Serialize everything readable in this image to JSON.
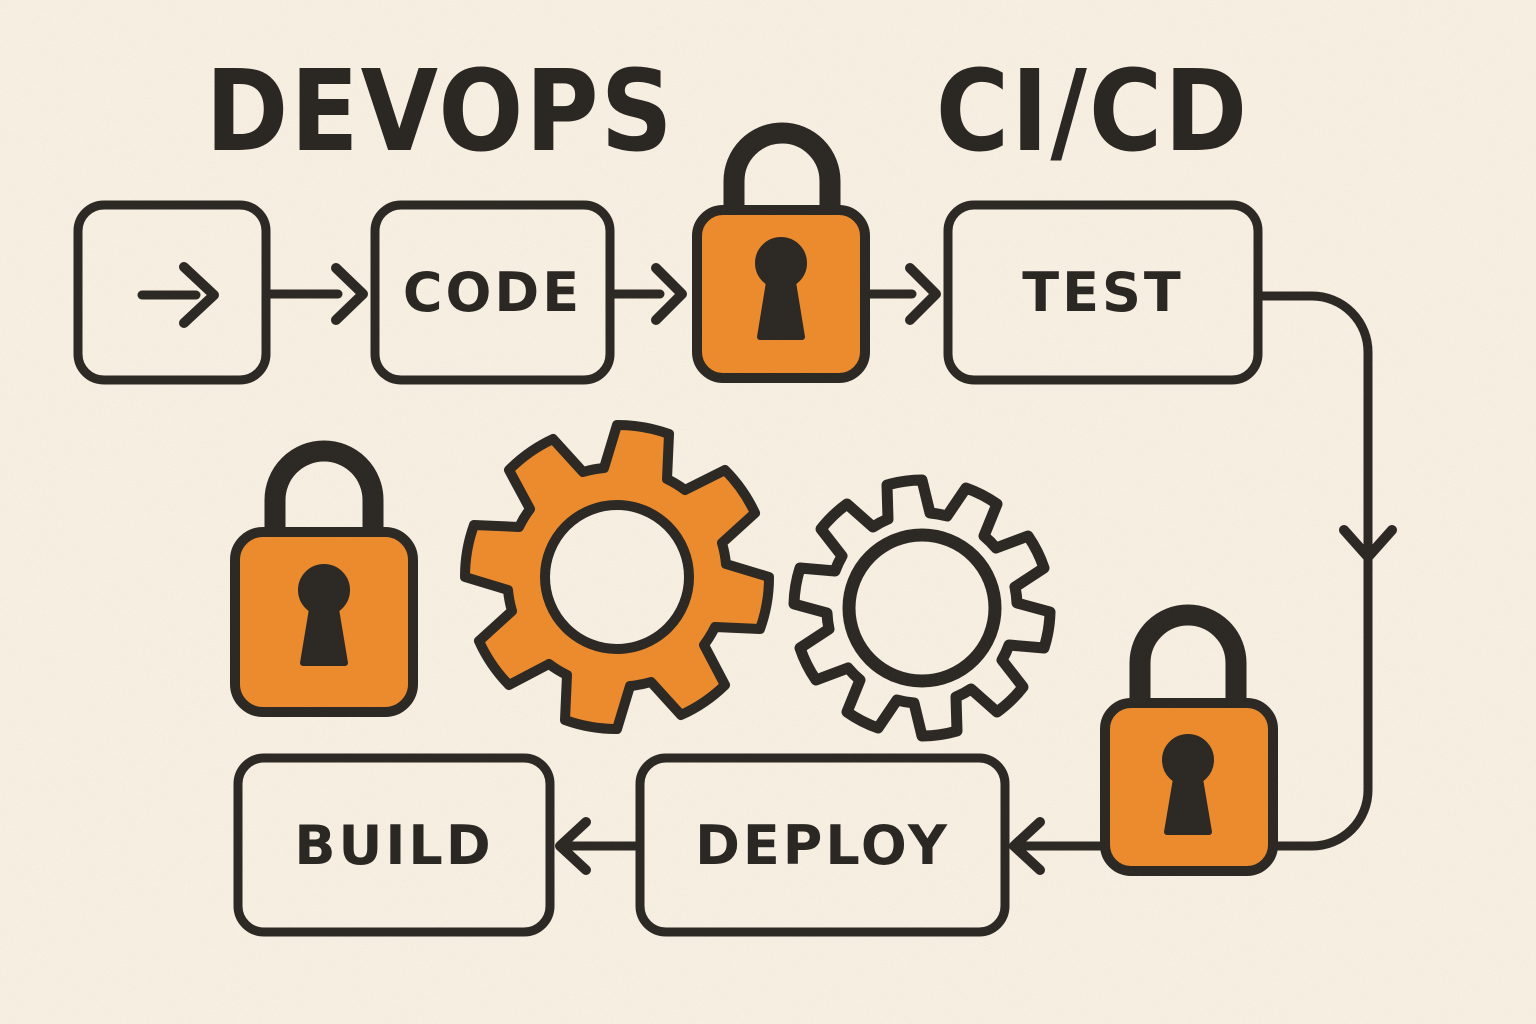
{
  "header": {
    "title_left": "DEVOPS",
    "title_right": "CI/CD"
  },
  "pipeline": {
    "start_box": {
      "icon": "arrow-right-icon"
    },
    "code_box": {
      "label": "CODE"
    },
    "lock_top": {
      "icon": "padlock-icon"
    },
    "test_box": {
      "label": "TEST"
    },
    "lock_middle": {
      "icon": "padlock-icon"
    },
    "gear_filled": {
      "icon": "gear-icon"
    },
    "gear_outline": {
      "icon": "gear-outline-icon"
    },
    "lock_bottom": {
      "icon": "padlock-icon"
    },
    "deploy_box": {
      "label": "DEPLOY"
    },
    "build_box": {
      "label": "BUILD"
    }
  },
  "colors": {
    "background": "#f9f1e3",
    "ink": "#2b2723",
    "accent": "#ee8c2d"
  }
}
